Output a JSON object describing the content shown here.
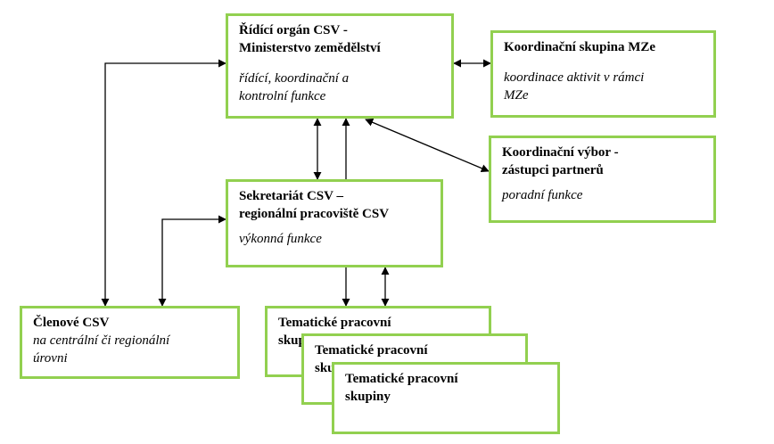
{
  "nodes": {
    "ridici": {
      "title_line1": "Řídící orgán CSV -",
      "title_line2": "Ministerstvo zemědělství",
      "desc_line1": "řídící, koordinační a",
      "desc_line2": "kontrolní funkce"
    },
    "koordinacni_skupina": {
      "title": "Koordinační skupina MZe",
      "desc_line1": "koordinace aktivit v rámci",
      "desc_line2": "MZe"
    },
    "koordinacni_vybor": {
      "title_line1": "Koordinační výbor -",
      "title_line2": "zástupci partnerů",
      "desc": "poradní funkce"
    },
    "sekretariat": {
      "title_line1": "Sekretariát CSV –",
      "title_line2": "regionální pracoviště CSV",
      "desc": "výkonná funkce"
    },
    "clenove": {
      "title": "Členové CSV",
      "desc_line1": "na centrální či regionální",
      "desc_line2": "úrovni"
    },
    "tematicke_1": {
      "title_line1": "Tematické pracovní",
      "title_line2": "skupiny"
    },
    "tematicke_2": {
      "title_line1": "Tematické pracovní",
      "title_line2": "skupiny"
    },
    "tematicke_3": {
      "title_line1": "Tematické pracovní",
      "title_line2": "skupiny"
    }
  },
  "colors": {
    "box_border": "#92d050",
    "arrow": "#000000"
  }
}
